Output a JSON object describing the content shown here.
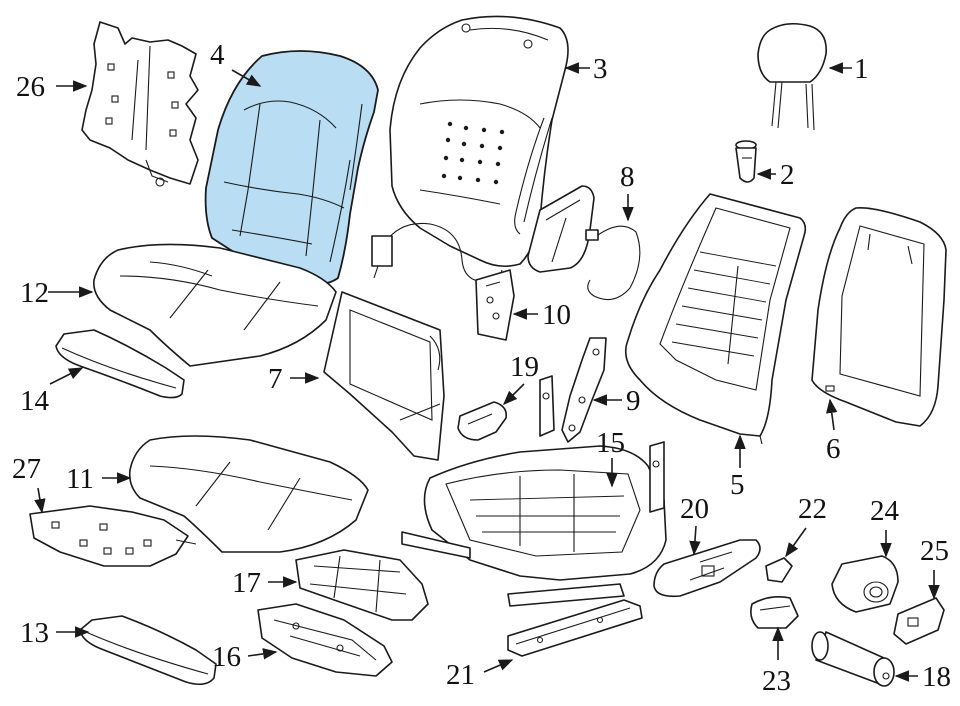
{
  "diagram": {
    "highlight_color": "#b9ddf2",
    "callouts": {
      "c1": "1",
      "c2": "2",
      "c3": "3",
      "c4": "4",
      "c5": "5",
      "c6": "6",
      "c7": "7",
      "c8": "8",
      "c9": "9",
      "c10": "10",
      "c11": "11",
      "c12": "12",
      "c13": "13",
      "c14": "14",
      "c15": "15",
      "c16": "16",
      "c17": "17",
      "c18": "18",
      "c19": "19",
      "c20": "20",
      "c21": "21",
      "c22": "22",
      "c23": "23",
      "c24": "24",
      "c25": "25",
      "c26": "26",
      "c27": "27"
    }
  }
}
